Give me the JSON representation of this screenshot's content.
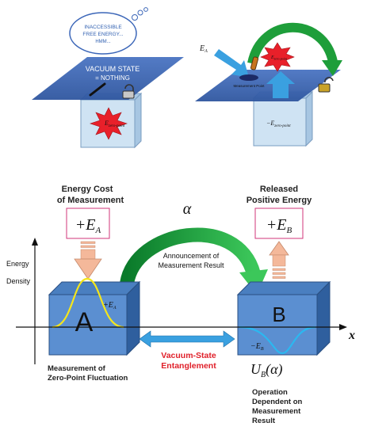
{
  "top_left": {
    "thought": [
      "INACCESSIBLE",
      "FREE ENERGY...",
      "HMM..."
    ],
    "plane_label": [
      "VACUUM STATE",
      "= NOTHING"
    ],
    "box_label": "E",
    "box_label_sub": "zero-point"
  },
  "top_right": {
    "ea_label": "E",
    "ea_sub": "A",
    "burst_label": "E",
    "burst_sub": "zero-point",
    "measure_label": "Measurement Point",
    "box_label": "−E",
    "box_label_sub": "zero-point"
  },
  "bottom": {
    "energy_cost": [
      "Energy Cost",
      "of Measurement"
    ],
    "released": [
      "Released",
      "Positive Energy"
    ],
    "plus_ea": "+E",
    "plus_ea_sub": "A",
    "plus_eb": "+E",
    "plus_eb_sub": "B",
    "alpha": "α",
    "announcement": [
      "Announcement of",
      "Measurement Result"
    ],
    "y_label": [
      "Energy",
      "Density"
    ],
    "box_a": "A",
    "box_b": "B",
    "box_a_energy": "+E",
    "box_a_energy_sub": "A",
    "box_b_energy": "−E",
    "box_b_energy_sub": "B",
    "x_axis": "x",
    "entanglement": [
      "Vacuum-State",
      "Entanglement"
    ],
    "measurement_caption": [
      "Measurement of",
      "Zero-Point Fluctuation"
    ],
    "ub": "U",
    "ub_sub": "B",
    "ub_arg": "(α)",
    "operation_caption": [
      "Operation",
      "Dependent on",
      "Measurement",
      "Result"
    ]
  },
  "colors": {
    "plane": "#3f68b8",
    "box_face": "#5b8fd1",
    "box_side": "#2f5f9e",
    "light_box": "#cfe3f3",
    "arrow_green": "#1e9e3a",
    "burst_red": "#e8202a",
    "energy_pink": "#f4b89a",
    "entangle_blue": "#3aa0e0",
    "accent_red": "#e0202a"
  }
}
